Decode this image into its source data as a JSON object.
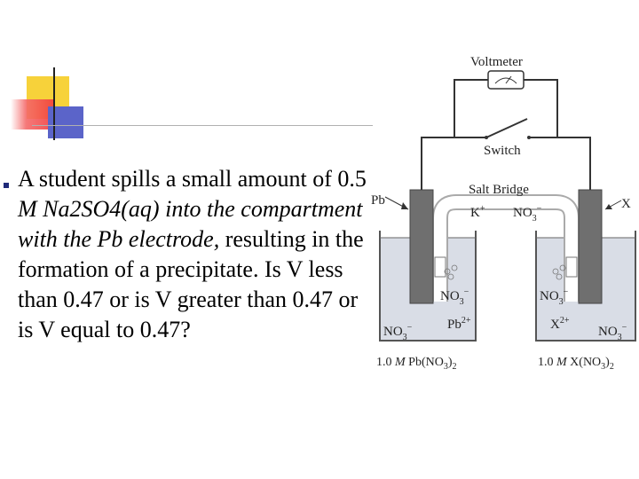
{
  "question": {
    "part1": "A student spills a small amount of 0.5 ",
    "italic1": "M Na2SO4(aq) into the compartment with the Pb electrode,",
    "part2": " resulting in the formation of a precipitate. Is V less than 0.47 or is V greater than 0.47 or is V equal to 0.47?"
  },
  "diagram": {
    "voltmeter_label": "Voltmeter",
    "switch_label": "Switch",
    "salt_bridge_label": "Salt Bridge",
    "bridge_cation": "K",
    "bridge_cation_sup": "+",
    "bridge_anion": "NO",
    "bridge_anion_sub": "3",
    "bridge_anion_sup": "−",
    "left_electrode_label": "Pb",
    "right_electrode_label": "X",
    "left_bridge_ion": "NO",
    "left_bridge_ion_sub": "3",
    "left_bridge_ion_sup": "−",
    "right_bridge_ion": "NO",
    "right_bridge_ion_sub": "3",
    "right_bridge_ion_sup": "−",
    "left_solution_anion": "NO",
    "left_solution_anion_sub": "3",
    "left_solution_anion_sup": "−",
    "left_solution_cation": "Pb",
    "left_solution_cation_sup": "2+",
    "right_solution_cation": "X",
    "right_solution_cation_sup": "2+",
    "right_solution_anion": "NO",
    "right_solution_anion_sub": "3",
    "right_solution_anion_sup": "−",
    "left_conc_prefix": "1.0 ",
    "left_conc_unit": "M",
    "left_conc_formula": " Pb(NO",
    "left_conc_sub": "3",
    "left_conc_close": ")",
    "left_conc_sub2": "2",
    "right_conc_prefix": "1.0 ",
    "right_conc_unit": "M",
    "right_conc_formula": " X(NO",
    "right_conc_sub": "3",
    "right_conc_close": ")",
    "right_conc_sub2": "2"
  }
}
